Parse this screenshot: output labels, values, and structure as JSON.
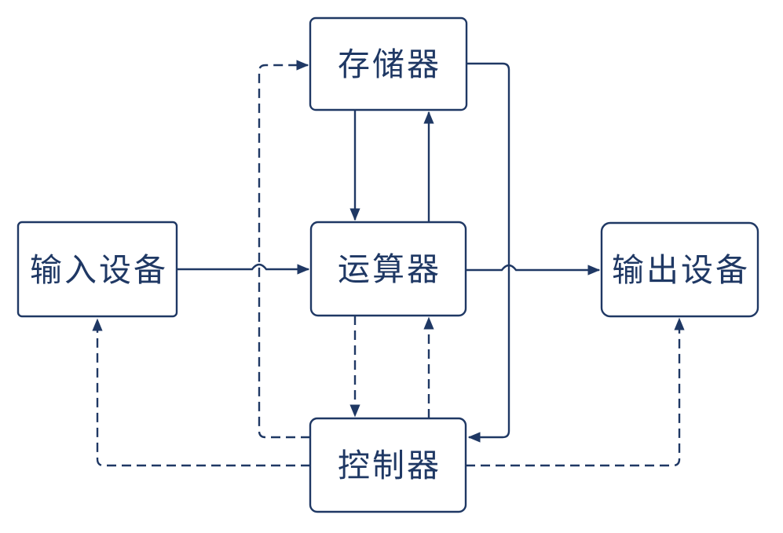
{
  "diagram": {
    "kind": "block-diagram",
    "subject": "computer-architecture-von-neumann",
    "colors": {
      "ink": "#1f3864",
      "background": "#ffffff"
    },
    "nodes": [
      {
        "id": "memory",
        "label": "存储器"
      },
      {
        "id": "alu",
        "label": "运算器"
      },
      {
        "id": "input",
        "label": "输入设备"
      },
      {
        "id": "output",
        "label": "输出设备"
      },
      {
        "id": "control",
        "label": "控制器"
      }
    ],
    "edges": [
      {
        "from": "memory",
        "to": "alu",
        "style": "solid"
      },
      {
        "from": "alu",
        "to": "memory",
        "style": "solid"
      },
      {
        "from": "input",
        "to": "alu",
        "style": "solid"
      },
      {
        "from": "alu",
        "to": "output",
        "style": "solid"
      },
      {
        "from": "memory",
        "to": "control",
        "style": "solid"
      },
      {
        "from": "control",
        "to": "memory",
        "style": "dashed"
      },
      {
        "from": "alu",
        "to": "control",
        "style": "dashed"
      },
      {
        "from": "control",
        "to": "alu",
        "style": "dashed"
      },
      {
        "from": "control",
        "to": "input",
        "style": "dashed"
      },
      {
        "from": "control",
        "to": "output",
        "style": "dashed"
      }
    ]
  }
}
